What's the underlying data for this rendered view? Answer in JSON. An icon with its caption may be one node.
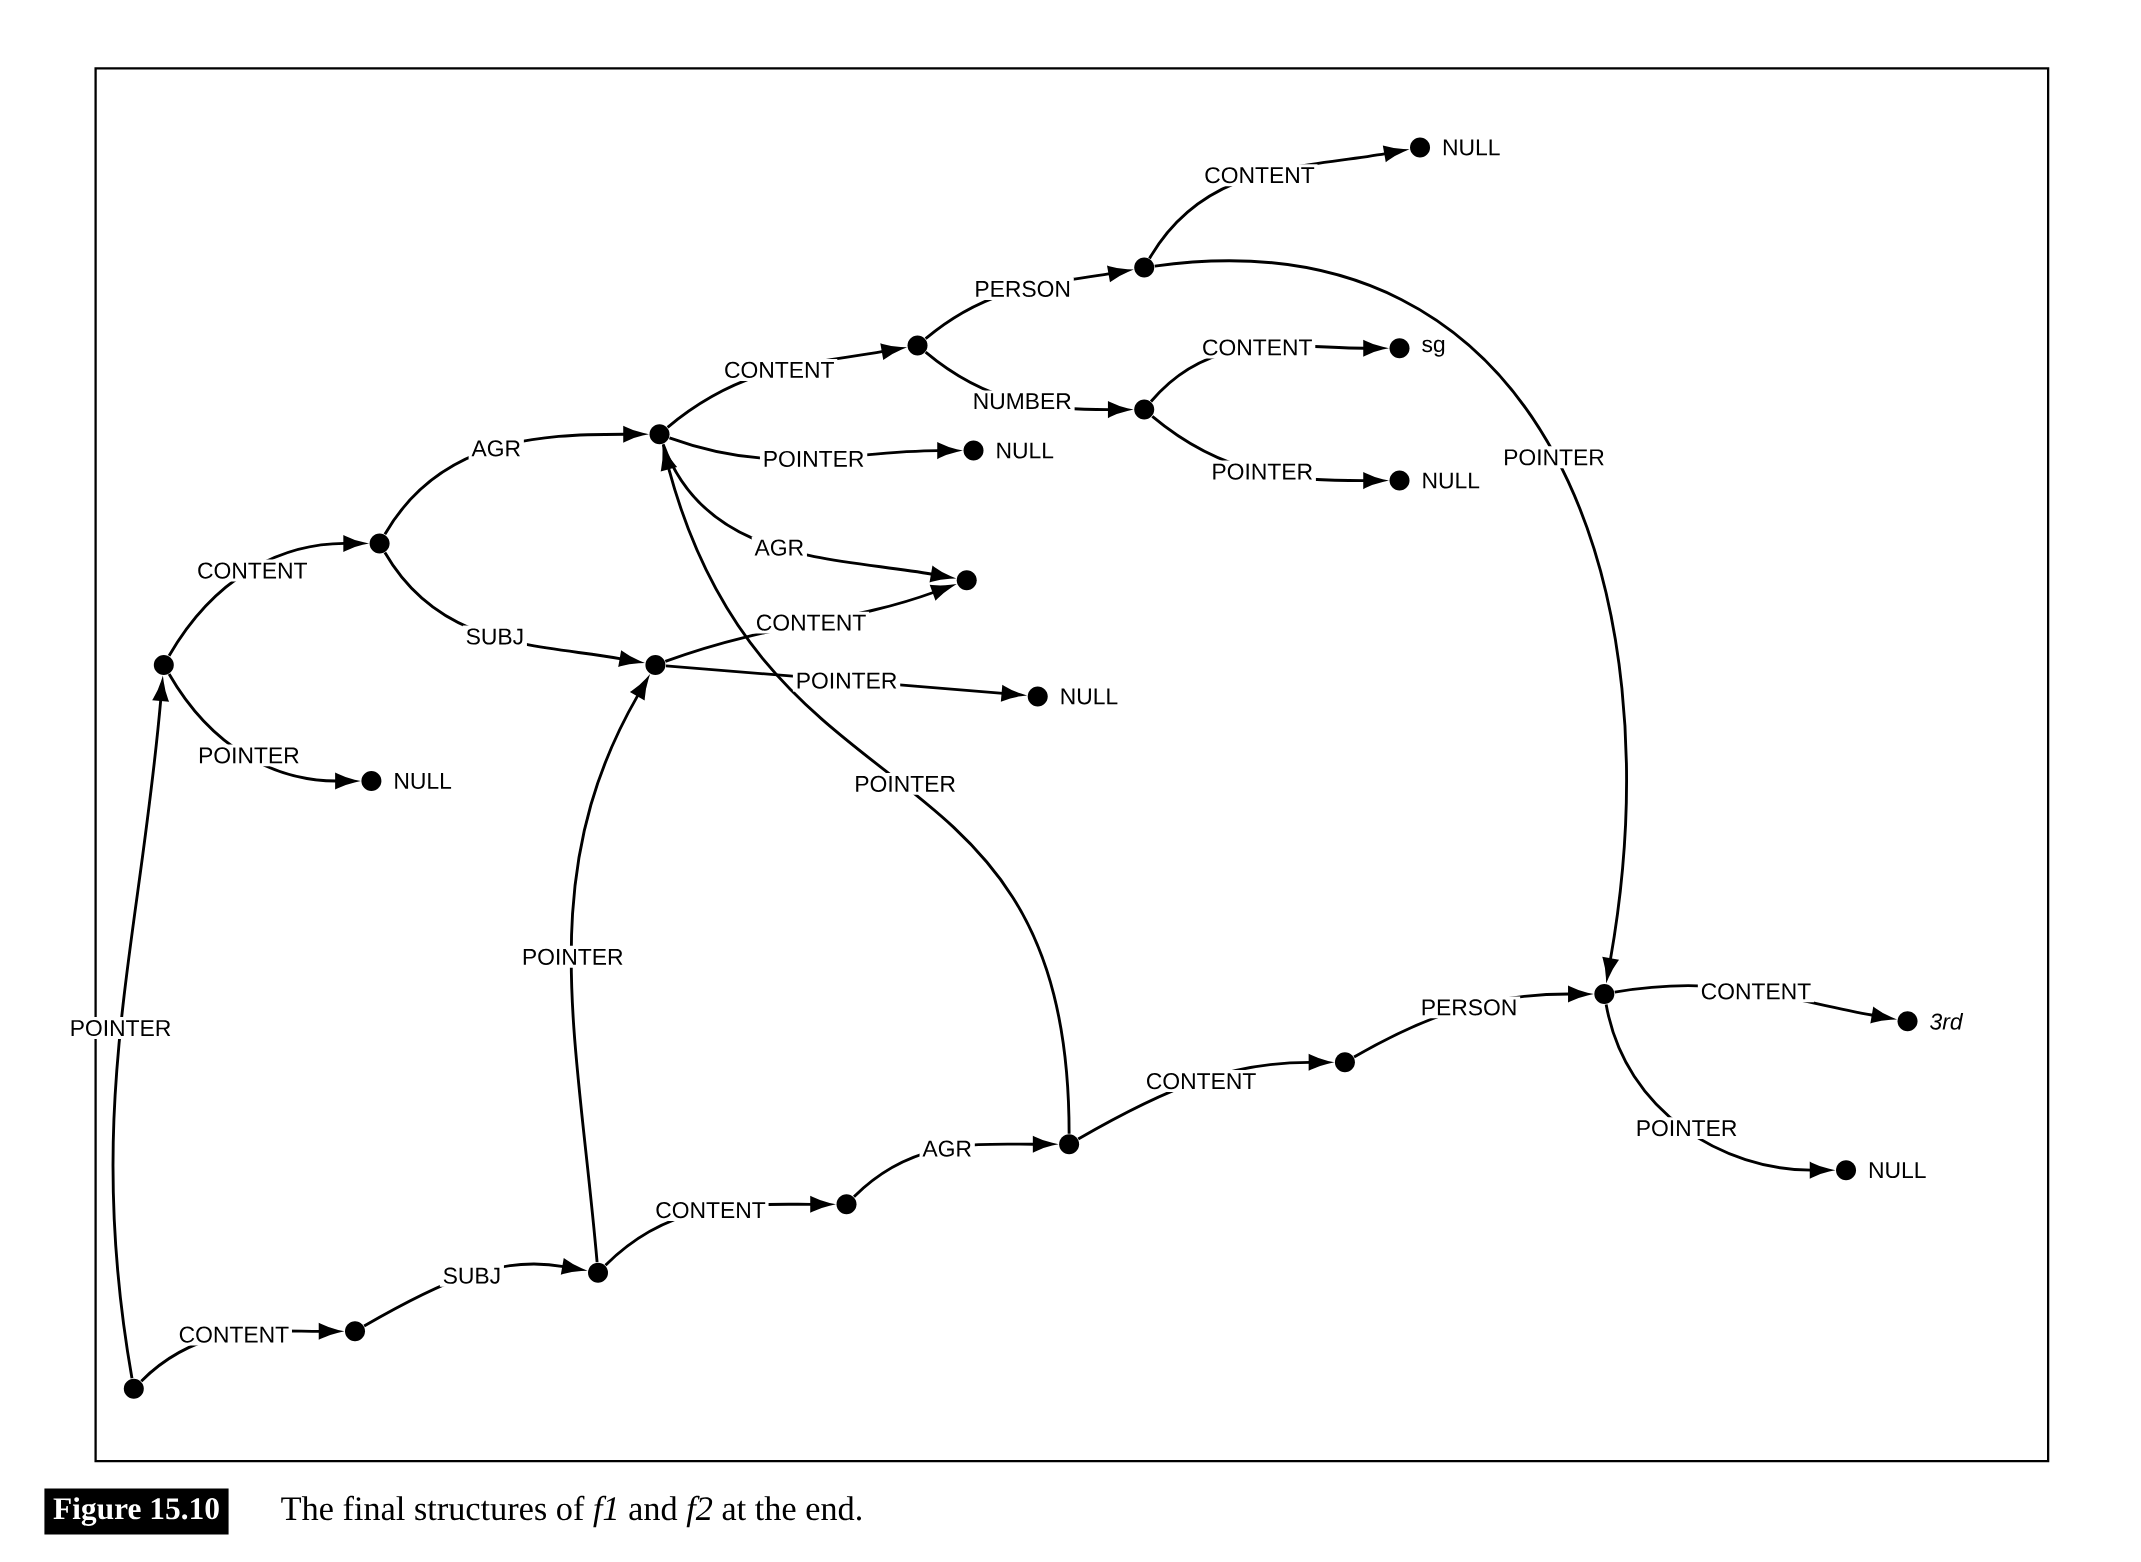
{
  "diagram": {
    "caption": "The final structures of *f1* and *f2* at the end.",
    "labels": [
      "Figure 15.10"
    ],
    "nodes": [
      {
        "text": [],
        "shape": "circle"
      },
      {
        "text": [],
        "shape": "circle"
      },
      {
        "text": [],
        "shape": "circle"
      },
      {
        "text": [],
        "shape": "circle",
        "beside": [
          "NULL"
        ]
      },
      {
        "text": [],
        "shape": "circle"
      },
      {
        "text": [],
        "shape": "circle"
      },
      {
        "text": [],
        "shape": "circle"
      },
      {
        "text": [],
        "shape": "circle",
        "beside": [
          "NULL"
        ]
      },
      {
        "text": [],
        "shape": "circle"
      },
      {
        "text": [],
        "shape": "circle",
        "beside": [
          "NULL"
        ]
      },
      {
        "text": [],
        "shape": "circle"
      },
      {
        "text": [],
        "shape": "circle"
      },
      {
        "text": [],
        "shape": "circle",
        "beside": [
          "NULL"
        ]
      },
      {
        "text": [],
        "shape": "circle",
        "beside": [
          "sg"
        ]
      },
      {
        "text": [],
        "shape": "circle",
        "beside": [
          "NULL"
        ]
      },
      {
        "text": [],
        "shape": "circle"
      },
      {
        "text": [],
        "shape": "circle",
        "beside": [
          "3rd"
        ]
      },
      {
        "text": [],
        "shape": "circle",
        "beside": [
          "NULL"
        ]
      },
      {
        "text": [],
        "shape": "circle"
      },
      {
        "text": [],
        "shape": "circle"
      },
      {
        "text": [],
        "shape": "circle"
      },
      {
        "text": [],
        "shape": "circle"
      },
      {
        "text": [],
        "shape": "circle"
      }
    ],
    "edges": [
      {
        "from": 0,
        "to": 1,
        "arrow": "to",
        "label": "POINTER"
      },
      {
        "from": 0,
        "to": 22,
        "arrow": "to",
        "label": "CONTENT"
      },
      {
        "from": 22,
        "to": 21,
        "arrow": "to",
        "label": "SUBJ"
      },
      {
        "from": 21,
        "to": 5,
        "arrow": "to",
        "label": "POINTER"
      },
      {
        "from": 21,
        "to": 20,
        "arrow": "to",
        "label": "CONTENT"
      },
      {
        "from": 20,
        "to": 19,
        "arrow": "to",
        "label": "AGR"
      },
      {
        "from": 19,
        "to": 18,
        "arrow": "to",
        "label": "CONTENT"
      },
      {
        "from": 18,
        "to": 15,
        "arrow": "to",
        "label": "PERSON"
      },
      {
        "from": 19,
        "to": 4,
        "arrow": "to",
        "label": "POINTER"
      },
      {
        "from": 1,
        "to": 2,
        "arrow": "to",
        "label": "CONTENT"
      },
      {
        "from": 1,
        "to": 3,
        "arrow": "to",
        "label": "POINTER"
      },
      {
        "from": 2,
        "to": 4,
        "arrow": "to",
        "label": "AGR"
      },
      {
        "from": 2,
        "to": 5,
        "arrow": "to",
        "label": "SUBJ"
      },
      {
        "from": 4,
        "to": 6,
        "arrow": "to",
        "label": "CONTENT"
      },
      {
        "from": 4,
        "to": 7,
        "arrow": "to",
        "label": "POINTER"
      },
      {
        "from": 4,
        "to": 8,
        "arrow": "to",
        "label": "AGR"
      },
      {
        "from": 5,
        "to": 8,
        "arrow": "to",
        "label": "CONTENT"
      },
      {
        "from": 5,
        "to": 9,
        "arrow": "to",
        "label": "POINTER"
      },
      {
        "from": 6,
        "to": 10,
        "arrow": "to",
        "label": "PERSON"
      },
      {
        "from": 6,
        "to": 11,
        "arrow": "to",
        "label": "NUMBER"
      },
      {
        "from": 10,
        "to": 12,
        "arrow": "to",
        "label": "CONTENT"
      },
      {
        "from": 10,
        "to": 15,
        "arrow": "to",
        "label": "POINTER"
      },
      {
        "from": 11,
        "to": 13,
        "arrow": "to",
        "label": "CONTENT"
      },
      {
        "from": 11,
        "to": 14,
        "arrow": "to",
        "label": "POINTER"
      },
      {
        "from": 15,
        "to": 16,
        "arrow": "to",
        "label": "CONTENT"
      },
      {
        "from": 15,
        "to": 17,
        "arrow": "to",
        "label": "POINTER"
      }
    ]
  }
}
